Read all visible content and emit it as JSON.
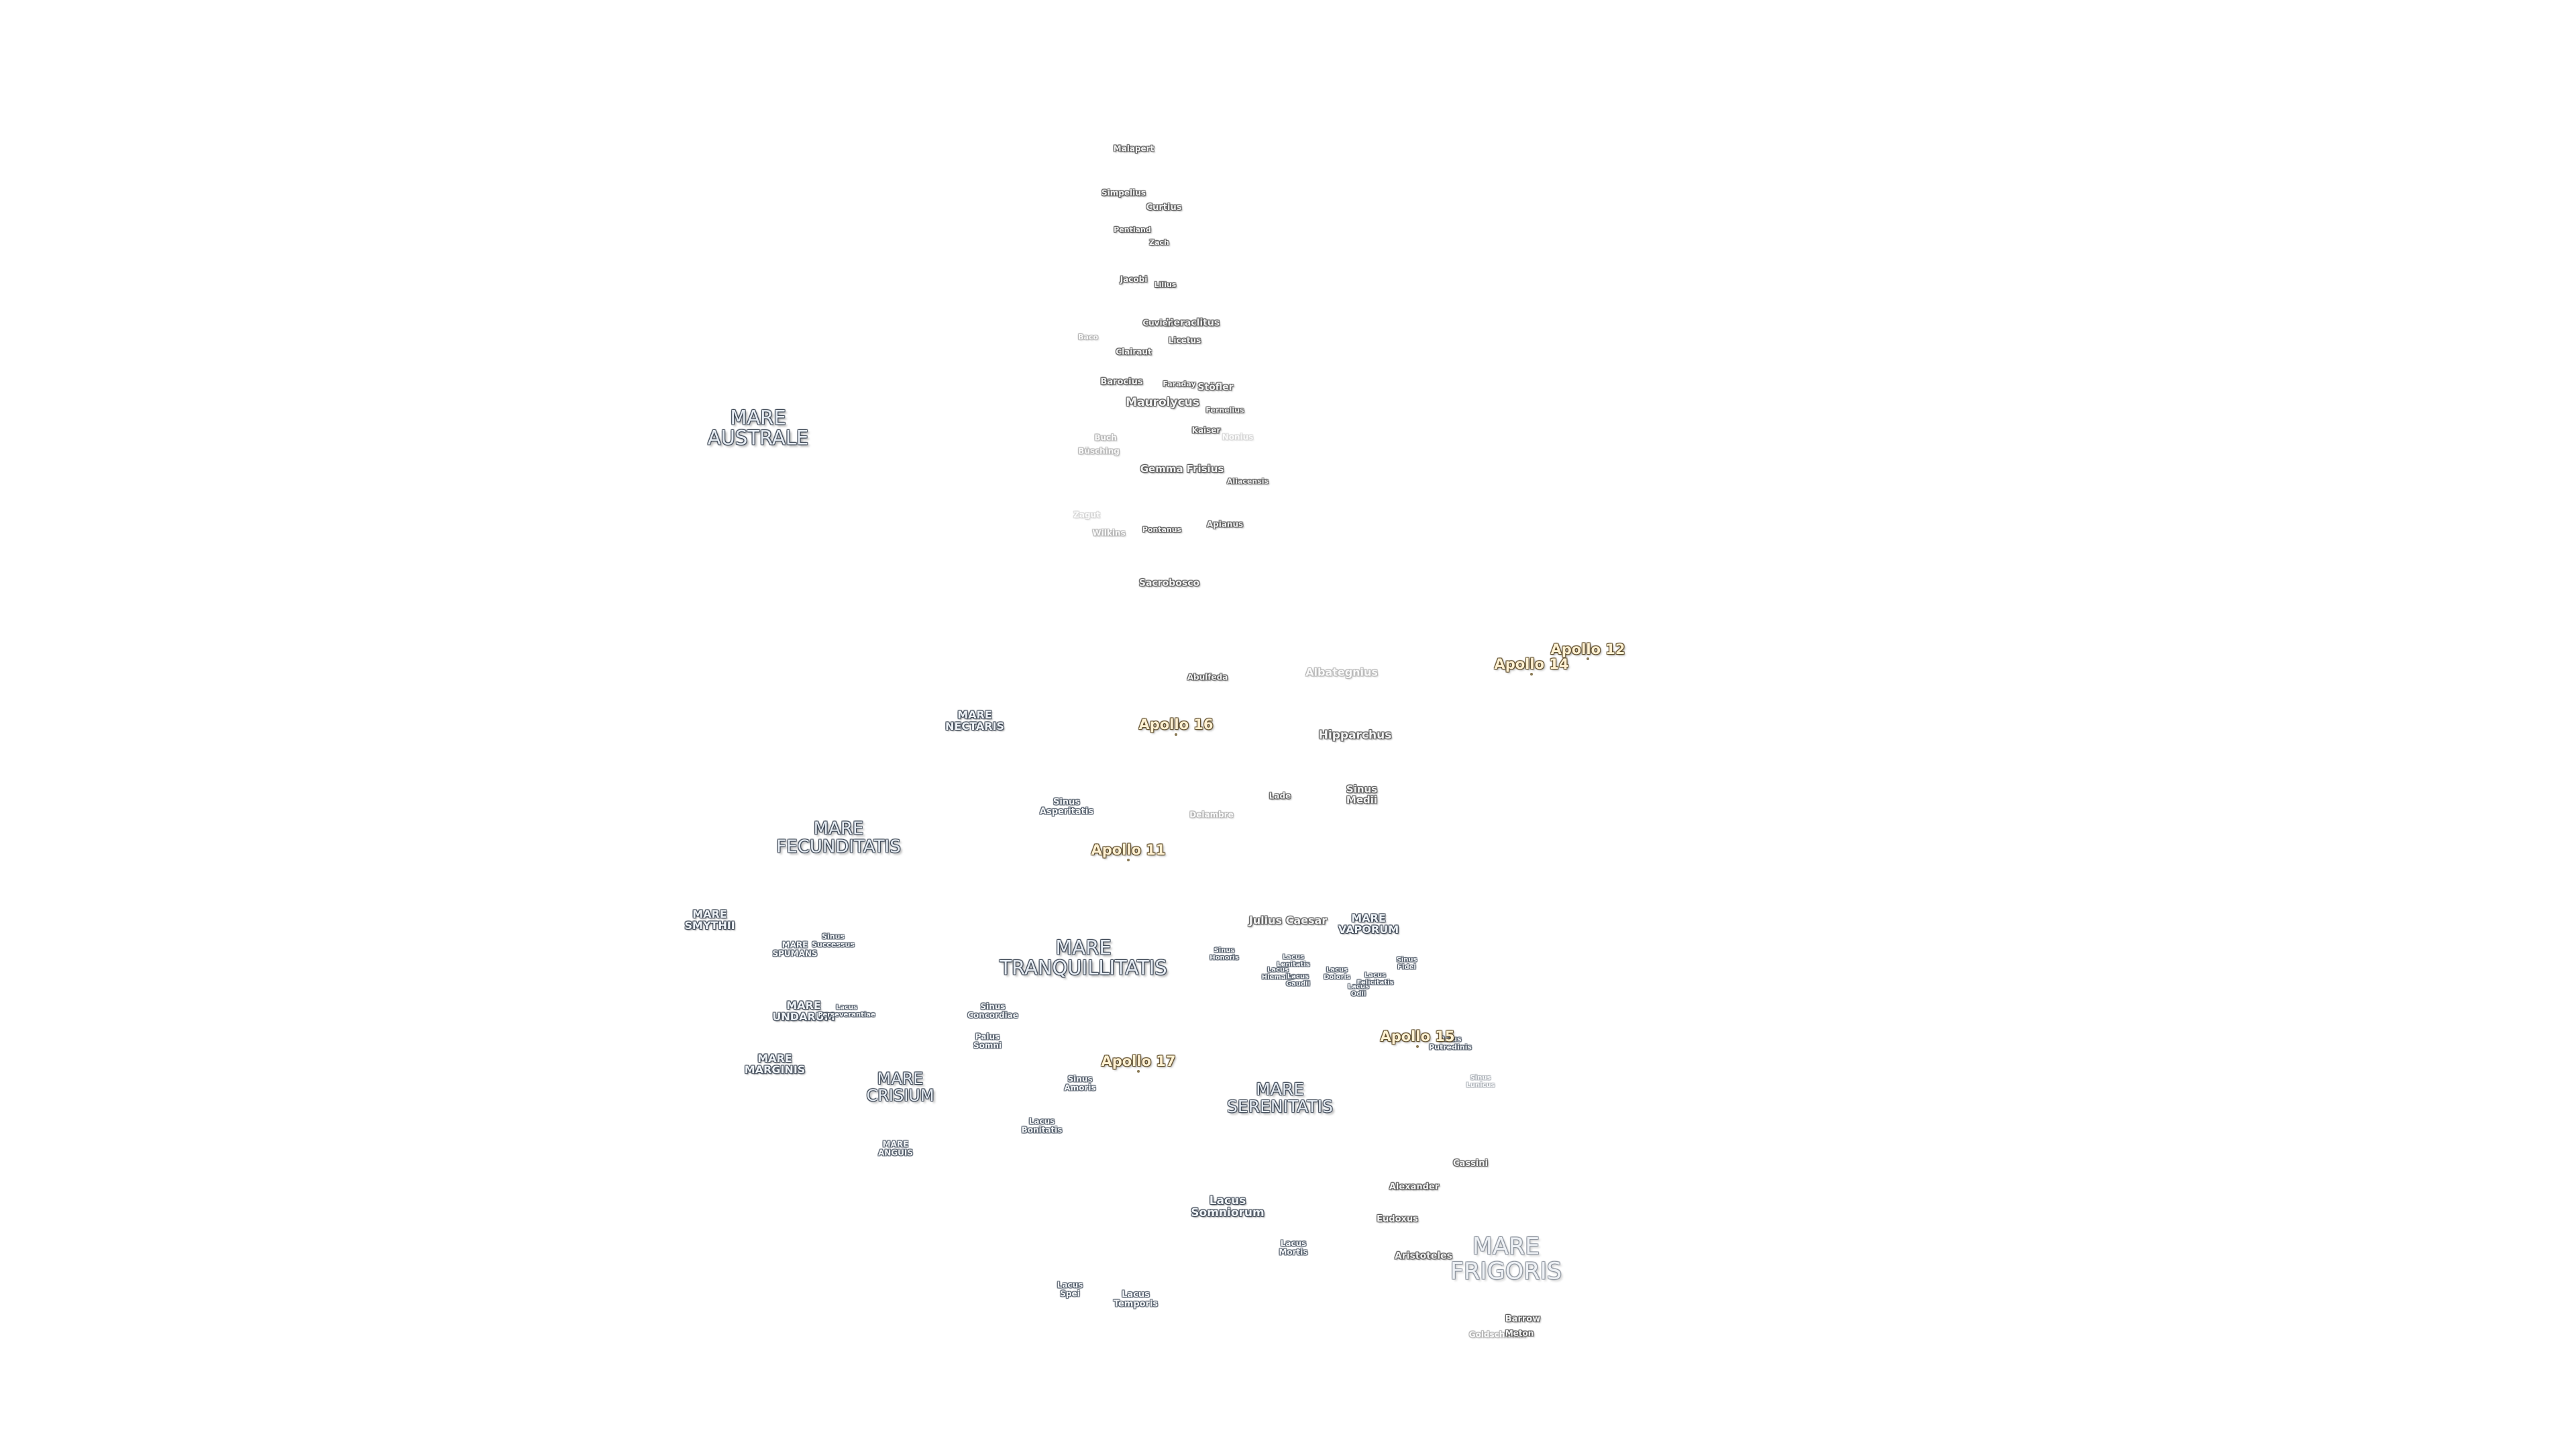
{
  "maria": {
    "australe": "MARE\nAUSTRALE",
    "nectaris": "MARE\nNECTARIS",
    "fecunditatis": "MARE\nFECUNDITATIS",
    "smythii": "MARE\nSMYTHII",
    "spumans": "MARE\nSPUMANS",
    "undarum": "MARE\nUNDARUM",
    "marginis": "MARE\nMARGINIS",
    "crisium": "MARE\nCRISIUM",
    "anguis": "MARE\nANGUIS",
    "tranquillitatis": "MARE\nTRANQUILLITATIS",
    "vaporum": "MARE\nVAPORUM",
    "serenitatis": "MARE\nSERENITATIS",
    "frigoris": "MARE\nFRIGORIS"
  },
  "sinus_lacus": {
    "asperitatis": "Sinus\nAsperitatis",
    "medii": "Sinus\nMedii",
    "successus": "Sinus\nSuccessus",
    "perseverantiae": "Lacus\nPerseverantiae",
    "concordiae": "Sinus\nConcordiae",
    "somni": "Palus\nSomni",
    "amoris": "Sinus\nAmoris",
    "bonitatis": "Lacus\nBonitatis",
    "honoris": "Sinus\nHonoris",
    "lenitatis": "Lacus\nLenitatis",
    "hiemalis": "Lacus\nHiemalis",
    "gaudii": "Lacus\nGaudii",
    "doloris": "Lacus\nDoloris",
    "odii": "Lacus\nOdii",
    "felicitatis": "Lacus\nFelicitatis",
    "fidei": "Sinus\nFidei",
    "putredinis": "Palus\nPutredinis",
    "lunicus": "Sinus\nLunicus",
    "somniorum": "Lacus\nSomniorum",
    "mortis": "Lacus\nMortis",
    "spei": "Lacus\nSpei",
    "temporis": "Lacus\nTemporis"
  },
  "craters": {
    "malapert": "Malapert",
    "simpelius": "Simpelius",
    "curtius": "Curtius",
    "pentland": "Pentland",
    "zach": "Zach",
    "jacobi": "Jacobi",
    "lilius": "Lilius",
    "heraclitus": "Heraclitus",
    "cuvier": "Cuvier",
    "licetus": "Licetus",
    "baco": "Baco",
    "clairaut": "Clairaut",
    "barocius": "Barocius",
    "faraday": "Faraday",
    "stofler": "Stöfler",
    "maurolycus": "Maurolycus",
    "fernelius": "Fernelius",
    "buch": "Buch",
    "buesching": "Büsching",
    "kaiser": "Kaiser",
    "nonius": "Nonius",
    "gemma_frisius": "Gemma Frisius",
    "aliacensis": "Aliacensis",
    "zagut": "Zagut",
    "wilkins": "Wilkins",
    "pontanus": "Pontanus",
    "apianus": "Apianus",
    "sacrobosco": "Sacrobosco",
    "abulfeda": "Abulfeda",
    "albategnius": "Albategnius",
    "hipparchus": "Hipparchus",
    "delambre": "Delambre",
    "lade": "Lade",
    "julius_caesar": "Julius Caesar",
    "cassini": "Cassini",
    "alexander": "Alexander",
    "eudoxus": "Eudoxus",
    "aristoteles": "Aristoteles",
    "barrow": "Barrow",
    "goldschmidt": "Goldschmidt",
    "meton": "Meton"
  },
  "apollo": {
    "a12": "Apollo 12",
    "a14": "Apollo 14",
    "a16": "Apollo 16",
    "a11": "Apollo 11",
    "a17": "Apollo 17",
    "a15": "Apollo 15"
  }
}
